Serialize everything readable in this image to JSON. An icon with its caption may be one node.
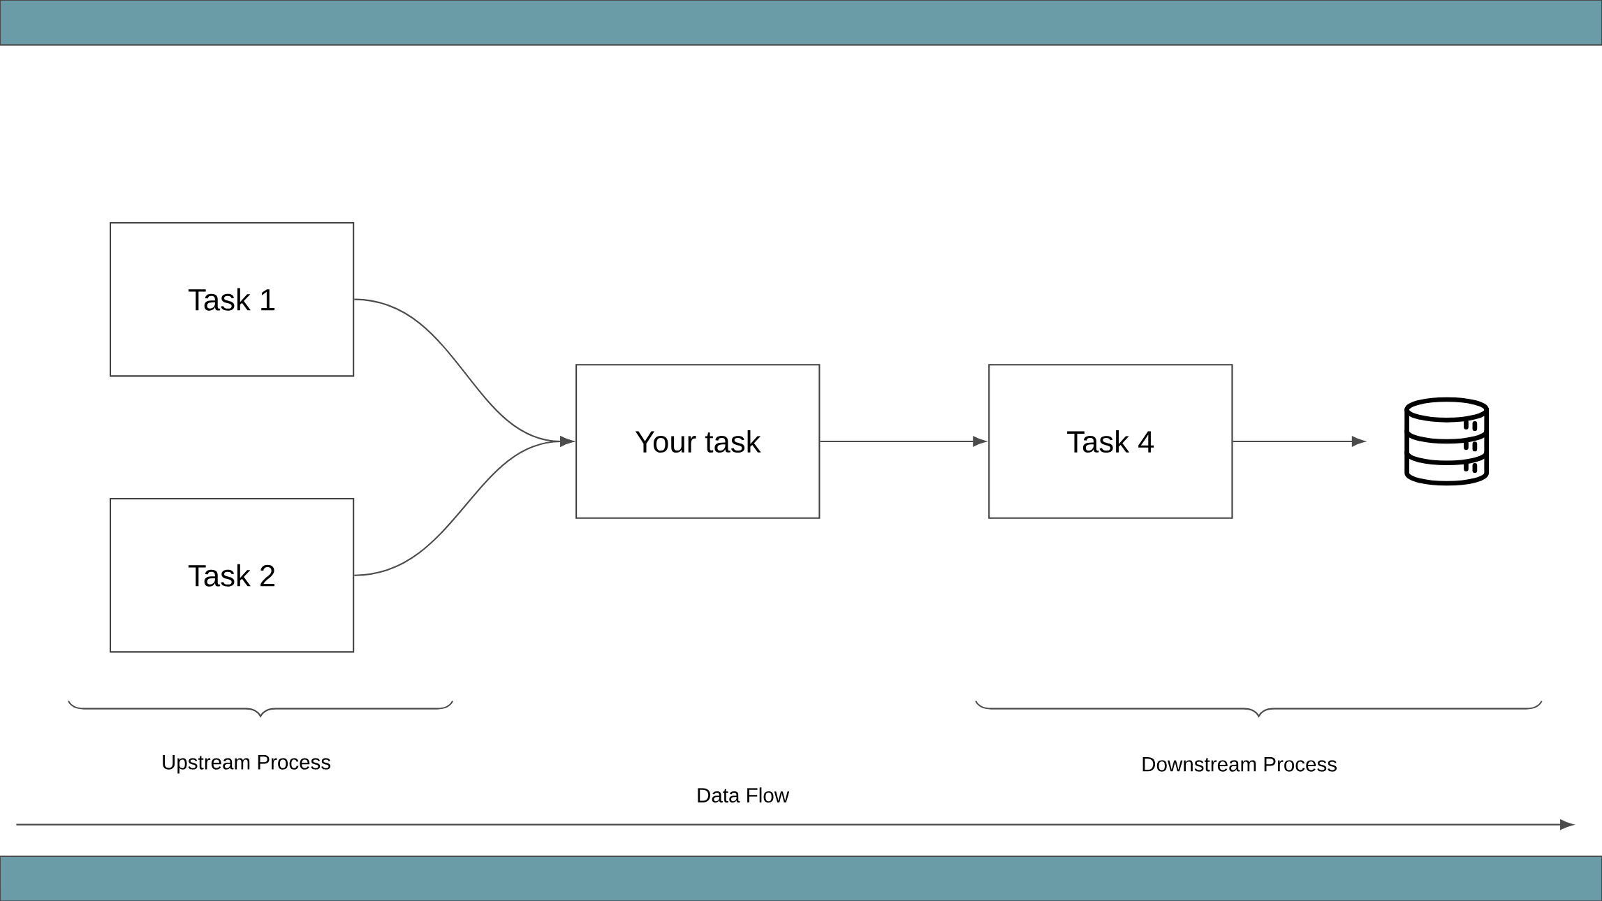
{
  "diagram": {
    "nodes": [
      {
        "text": [
          "Task 1"
        ]
      },
      {
        "text": [
          "Task 2"
        ]
      },
      {
        "text": [
          "Your task"
        ]
      },
      {
        "text": [
          "Task 4"
        ]
      },
      {
        "text": [],
        "shape": "cylinder"
      }
    ],
    "edges": [
      {
        "from": 0,
        "to": 2,
        "arrow": "to"
      },
      {
        "from": 1,
        "to": 2,
        "arrow": "to"
      },
      {
        "from": 2,
        "to": 3,
        "arrow": "to"
      },
      {
        "from": 3,
        "to": 4,
        "arrow": "to"
      }
    ],
    "labels": [
      "Upstream Process",
      "Downstream Process",
      "Data Flow"
    ]
  }
}
